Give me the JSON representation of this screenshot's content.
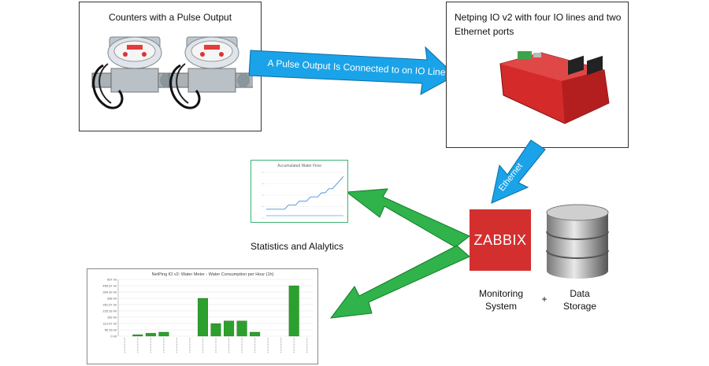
{
  "counters_box": {
    "title": "Counters with a Pulse Output"
  },
  "netping_box": {
    "title_line1": "Netping IO v2 with four IO lines and two",
    "title_line2": "Ethernet ports"
  },
  "arrows": {
    "pulse_label": "A Pulse Output Is Connected to on IO Line",
    "ethernet_label": "Ethernet"
  },
  "zabbix": {
    "logo": "ZABBIX",
    "caption_line1": "Monitoring",
    "caption_line2": "System"
  },
  "storage": {
    "caption_line1": "Data",
    "caption_line2": "Storage",
    "plus": "+"
  },
  "stats": {
    "label": "Statistics and Alalytics"
  },
  "colors": {
    "blue_arrow": "#1aa3e8",
    "green_arrow": "#2fb34a",
    "zabbix_red": "#d32f2f",
    "device_red": "#d42a2a",
    "bar_green": "#2ca02c"
  },
  "chart_data": [
    {
      "type": "line",
      "title": "Accumulated Water Flow",
      "series": [
        {
          "values": [
            1,
            1,
            1,
            1,
            1,
            1,
            2,
            2,
            2,
            3,
            3,
            3,
            4,
            4,
            4,
            5,
            5,
            6,
            6,
            7,
            8,
            9
          ]
        },
        {
          "values": [
            0,
            0,
            0,
            0,
            0,
            0,
            0,
            0,
            0,
            0,
            0,
            0,
            0,
            0,
            0,
            0,
            0,
            0,
            0,
            0,
            0,
            0
          ]
        }
      ]
    },
    {
      "type": "bar",
      "title": "NetPing IO v2: Water Meter - Water Consumption per Hour (1h)",
      "y_ticks": [
        "507 ml",
        "450.67 ml",
        "394.33 ml",
        "338 ml",
        "281.67 ml",
        "225.33 ml",
        "169 ml",
        "112.67 ml",
        "56.33 ml",
        "0 ml"
      ],
      "ylim": [
        0,
        507
      ],
      "values": [
        0,
        12,
        25,
        35,
        0,
        0,
        338,
        112,
        135,
        135,
        35,
        0,
        0,
        450,
        0
      ]
    }
  ]
}
